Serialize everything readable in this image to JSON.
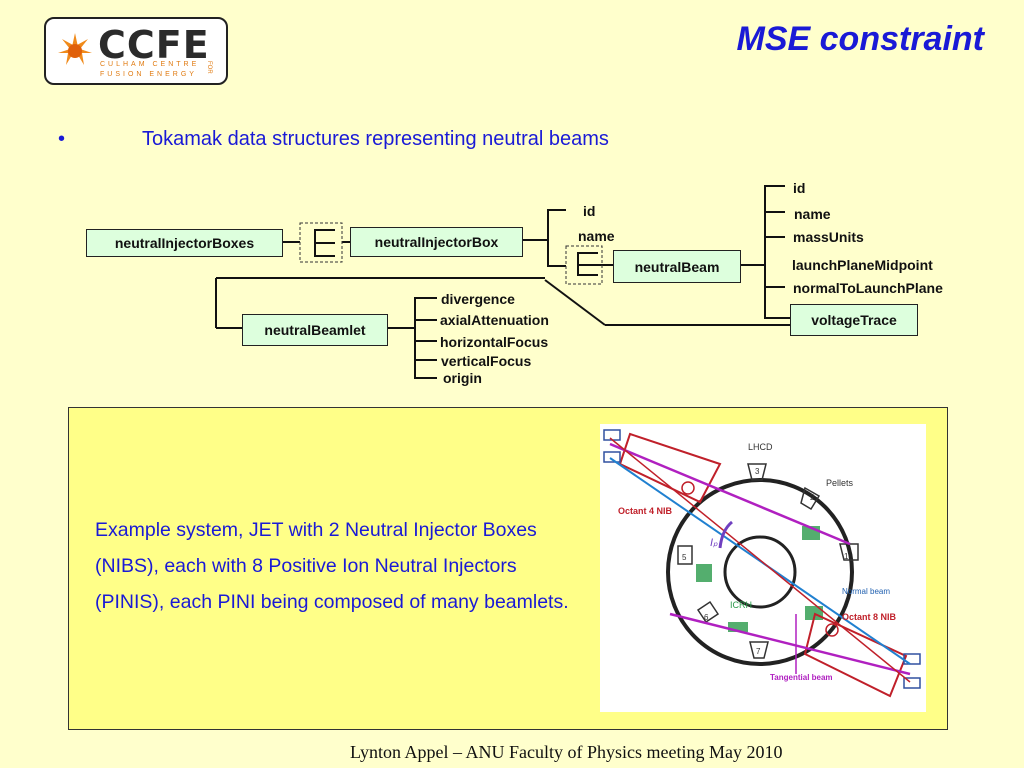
{
  "logo": {
    "text": "CCFE",
    "line1": "CULHAM CENTRE",
    "line2": "FUSION ENERGY",
    "side": "FOR"
  },
  "title": "MSE constraint",
  "bullet": {
    "marker": "•",
    "text": "Tokamak data structures representing neutral beams"
  },
  "diagram": {
    "boxes": {
      "nib_boxes": "neutralInjectorBoxes",
      "nib_box": "neutralInjectorBox",
      "beam": "neutralBeam",
      "beamlet": "neutralBeamlet",
      "voltage": "voltageTrace"
    },
    "box_fields": [
      "id",
      "name"
    ],
    "beam_fields": [
      "id",
      "name",
      "massUnits",
      "launchPlaneMidpoint",
      "normalToLaunchPlane"
    ],
    "beamlet_fields": [
      "divergence",
      "axialAttenuation",
      "horizontalFocus",
      "verticalFocus",
      "origin"
    ]
  },
  "panel": {
    "text": "Example system, JET  with 2 Neutral Injector Boxes (NIBS), each with 8 Positive Ion Neutral Injectors (PINIS), each PINI being composed of many beamlets."
  },
  "jet_figure": {
    "lhcd": "LHCD",
    "pellets": "Pellets",
    "octant4": "Octant 4 NIB",
    "octant8": "Octant 8 NIB",
    "icrh": "ICRH",
    "normal_beam": "Normal beam",
    "tangential_beam": "Tangential beam",
    "ip": "Iₚ",
    "ports": [
      "1",
      "2",
      "3",
      "5",
      "6",
      "7"
    ]
  },
  "footer": "Lynton Appel – ANU Faculty of Physics meeting May 2010",
  "colors": {
    "title": "#1a1ad6",
    "box_fill": "#ddffdd",
    "panel": "#ffff88",
    "background": "#ffffcc"
  }
}
